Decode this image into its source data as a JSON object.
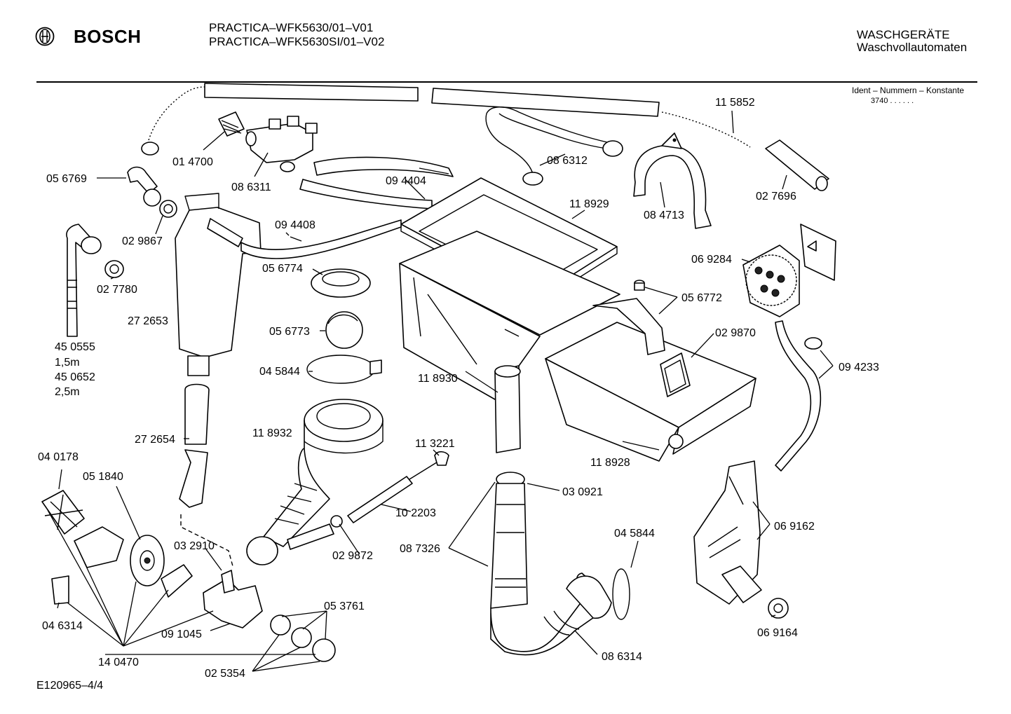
{
  "header": {
    "brand": "BOSCH",
    "models": [
      "PRACTICA–WFK5630/01–V01",
      "PRACTICA–WFK5630SI/01–V02"
    ],
    "category_title": "WASCHGERÄTE",
    "category_subtitle": "Waschvollautomaten"
  },
  "ident": {
    "title": "Ident – Nummern – Konstante",
    "value": "3740 . .   . . . ."
  },
  "footer": {
    "code": "E120965–4/4"
  },
  "parts": [
    {
      "id": "05 6769"
    },
    {
      "id": "01 4700"
    },
    {
      "id": "08 6311"
    },
    {
      "id": "09 4404"
    },
    {
      "id": "08 6312"
    },
    {
      "id": "11 5852"
    },
    {
      "id": "02 7696"
    },
    {
      "id": "08 4713"
    },
    {
      "id": "11 8929"
    },
    {
      "id": "02 9867"
    },
    {
      "id": "09 4408"
    },
    {
      "id": "02 7780"
    },
    {
      "id": "27 2653"
    },
    {
      "id": "05 6774"
    },
    {
      "id": "05 6773"
    },
    {
      "id": "04 5844"
    },
    {
      "id": "06 9284"
    },
    {
      "id": "05 6772"
    },
    {
      "id": "02 9870"
    },
    {
      "id": "09 4233"
    },
    {
      "id": "45 0555"
    },
    {
      "id": "1,5m"
    },
    {
      "id": "45 0652"
    },
    {
      "id": "2,5m"
    },
    {
      "id": "11 8930"
    },
    {
      "id": "11 8932"
    },
    {
      "id": "27 2654"
    },
    {
      "id": "11 3221"
    },
    {
      "id": "11 8928"
    },
    {
      "id": "04 0178"
    },
    {
      "id": "05 1840"
    },
    {
      "id": "03 0921"
    },
    {
      "id": "10 2203"
    },
    {
      "id": "06 9162"
    },
    {
      "id": "03 2910"
    },
    {
      "id": "02 9872"
    },
    {
      "id": "08 7326"
    },
    {
      "id": "04 5844"
    },
    {
      "id": "04 6314"
    },
    {
      "id": "09 1045"
    },
    {
      "id": "05 3761"
    },
    {
      "id": "06 9164"
    },
    {
      "id": "14 0470"
    },
    {
      "id": "08 6314"
    },
    {
      "id": "02 5354"
    }
  ]
}
